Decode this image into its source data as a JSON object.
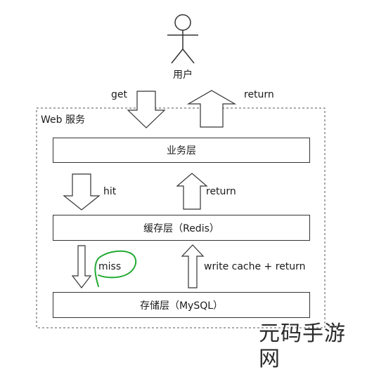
{
  "actor": {
    "label": "用户"
  },
  "container": {
    "label": "Web 服务"
  },
  "layers": [
    {
      "label": "业务层"
    },
    {
      "label": "缓存层（Redis）"
    },
    {
      "label": "存储层（MySQL）"
    }
  ],
  "flows": {
    "get": "get",
    "return_top": "return",
    "hit": "hit",
    "return_mid": "return",
    "miss": "miss",
    "write_cache_return": "write cache + return"
  },
  "watermark": {
    "text": "元码手游网"
  },
  "colors": {
    "line": "#333333",
    "container_border": "#555555",
    "annotation": "#22aa33"
  }
}
